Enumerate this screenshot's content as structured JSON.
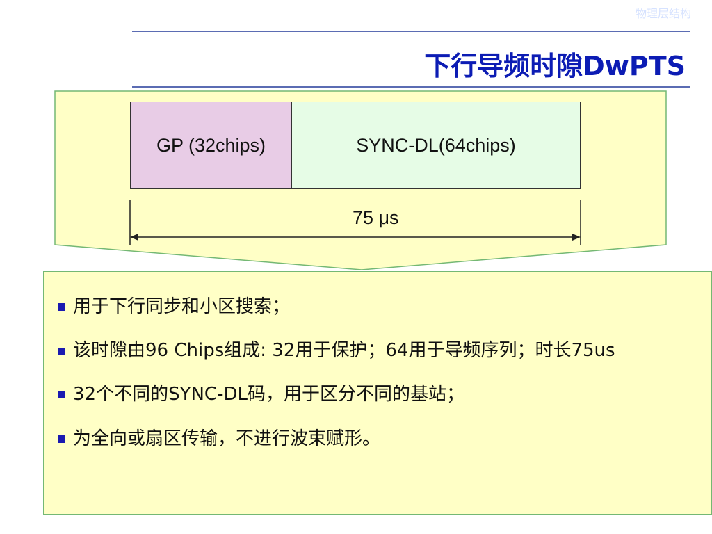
{
  "header": {
    "section_label": "物理层结构"
  },
  "slide": {
    "title": "下行导频时隙DwPTS"
  },
  "diagram": {
    "gp_label": "GP (32chips)",
    "sync_label": "SYNC-DL(64chips)",
    "duration_label": "75 μs"
  },
  "bullets": [
    "用于下行同步和小区搜索；",
    "该时隙由96 Chips组成: 32用于保护；64用于导频序列；时长75us",
    "32个不同的SYNC-DL码，用于区分不同的基站；",
    "为全向或扇区传输，不进行波束赋形。"
  ],
  "colors": {
    "title": "#0c1cb4",
    "callout_fill": "#ffffc6",
    "callout_border": "#74b874",
    "gp_fill": "#e8cce6",
    "sync_fill": "#e6fce6",
    "bullet": "#1a1ab0"
  }
}
